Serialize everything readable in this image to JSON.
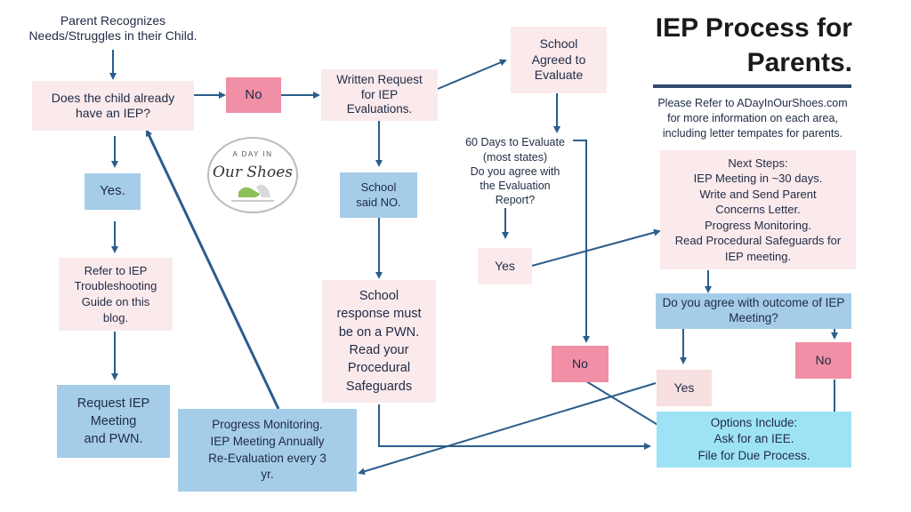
{
  "title": "IEP Process for\nParents.",
  "note": "Please Refer to ADayInOurShoes.com\nfor more information on each area,\nincluding letter tempates for parents.",
  "logo": {
    "line1": "A DAY IN",
    "line2": "Our Shoes"
  },
  "nodes": {
    "parent_recognizes": "Parent Recognizes\nNeeds/Struggles in their Child.",
    "already_iep": "Does the child already\nhave an IEP?",
    "no_1": "No",
    "written_request": "Written Request\nfor IEP\nEvaluations.",
    "school_agreed": "School\nAgreed to\nEvaluate",
    "yes_1": "Yes.",
    "school_said_no": "School\nsaid NO.",
    "sixty_days": "60 Days to Evaluate\n(most states)\nDo you agree with\nthe Evaluation\nReport?",
    "next_steps": "Next Steps:\nIEP Meeting in ~30 days.\nWrite and Send Parent\nConcerns Letter.\nProgress Monitoring.\nRead Procedural Safeguards for\nIEP meeting.",
    "yes_2": "Yes",
    "troubleshooting": "Refer to IEP\nTroubleshooting\nGuide on this\nblog.",
    "pwn": "School\nresponse must\nbe on a PWN.\nRead your\nProcedural\nSafeguards",
    "agree_outcome": "Do you agree with outcome of IEP\nMeeting?",
    "no_2": "No",
    "no_3": "No",
    "yes_3": "Yes",
    "request_meeting": "Request IEP\nMeeting\nand PWN.",
    "progress_monitoring": "Progress Monitoring.\nIEP Meeting Annually\nRe-Evaluation every 3\nyr.",
    "options": "Options Include:\nAsk for an IEE.\nFile for Due Process."
  }
}
